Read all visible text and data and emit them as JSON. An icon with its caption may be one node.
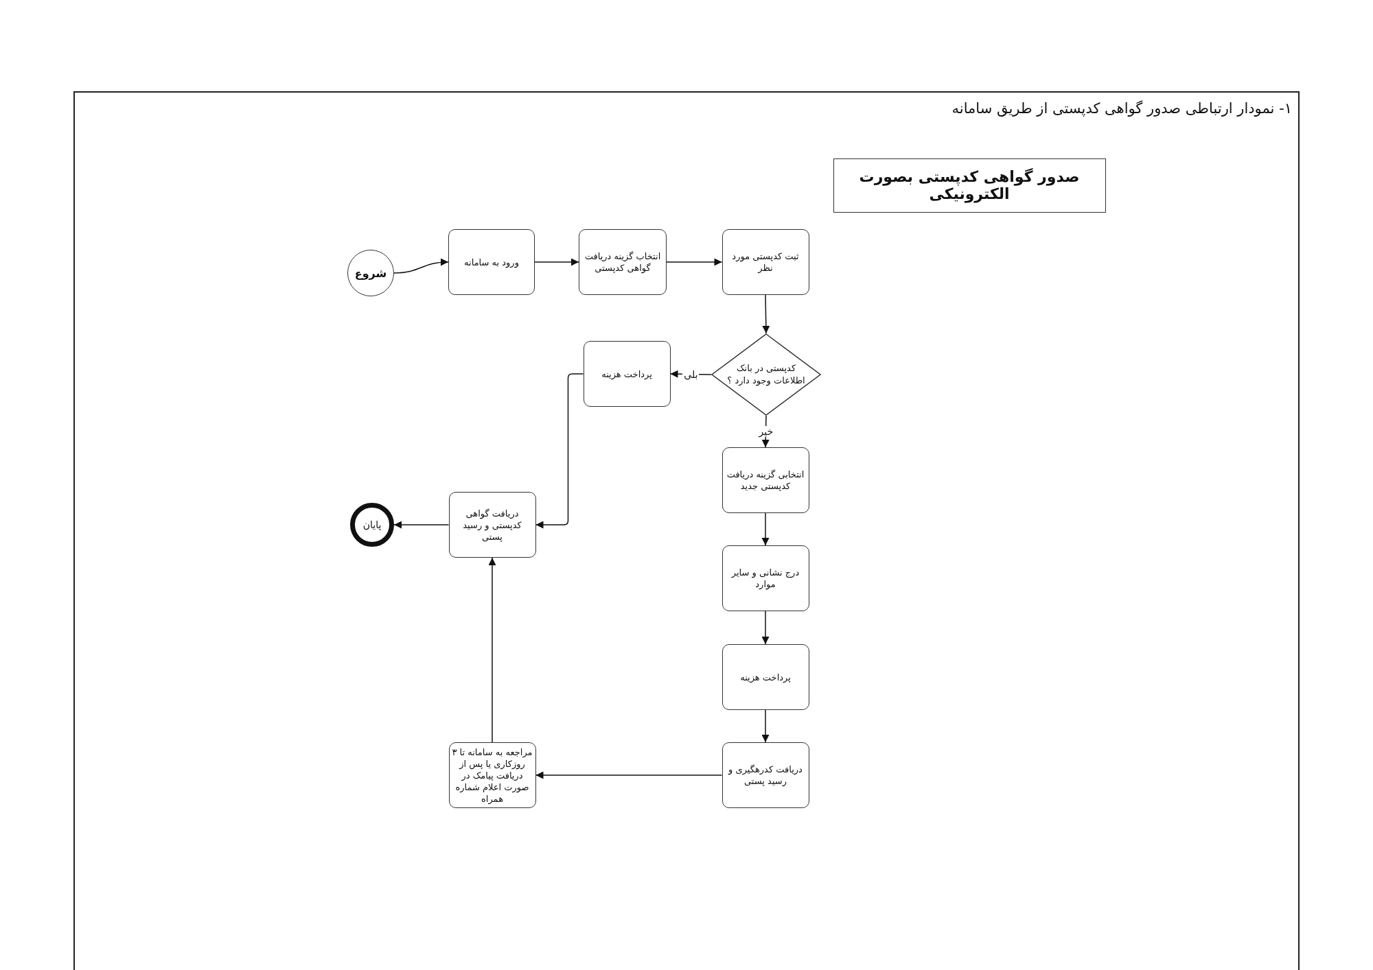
{
  "diagram": {
    "title": "۱- نمودار ارتباطی صدور گواهی کدپستی از طریق سامانه",
    "nodes": [
      {
        "text": [
          "صدور گواهی کدپستی بصورت الکترونیکی"
        ]
      },
      {
        "text": [
          "شروع"
        ]
      },
      {
        "text": [
          "ورود به سامانه"
        ]
      },
      {
        "text": [
          "انتخاب گزینه دریافت گواهی کدپستی"
        ]
      },
      {
        "text": [
          "ثبت کدپستی مورد نظر"
        ]
      },
      {
        "text": [
          "کدپستی در بانک اطلاعات وجود دارد ؟"
        ]
      },
      {
        "text": [
          "پرداخت هزینه"
        ]
      },
      {
        "text": [
          "انتخابی گزینه دریافت کدپستی جدید"
        ]
      },
      {
        "text": [
          "درج نشانی و سایر موارد"
        ]
      },
      {
        "text": [
          "پرداخت هزینه"
        ]
      },
      {
        "text": [
          "دریافت کدرهگیری و رسید پستی"
        ]
      },
      {
        "text": [
          "مراجعه به سامانه تا ۳ روزکاری یا پس از دریافت پیامک در صورت اعلام شماره همراه"
        ]
      },
      {
        "text": [
          "دریافت گواهی کدپستی و رسید پستی"
        ]
      },
      {
        "text": [
          "پایان"
        ]
      }
    ],
    "edges": [
      {
        "from": 1,
        "to": 2,
        "arrow": "to"
      },
      {
        "from": 2,
        "to": 3,
        "arrow": "to"
      },
      {
        "from": 3,
        "to": 4,
        "arrow": "to"
      },
      {
        "from": 4,
        "to": 5,
        "arrow": "to"
      },
      {
        "from": 5,
        "to": 6,
        "arrow": "to",
        "label": "بلی"
      },
      {
        "from": 5,
        "to": 7,
        "arrow": "to",
        "label": "خیر"
      },
      {
        "from": 7,
        "to": 8,
        "arrow": "to"
      },
      {
        "from": 8,
        "to": 9,
        "arrow": "to"
      },
      {
        "from": 9,
        "to": 10,
        "arrow": "to"
      },
      {
        "from": 10,
        "to": 11,
        "arrow": "to"
      },
      {
        "from": 11,
        "to": 12,
        "arrow": "to"
      },
      {
        "from": 6,
        "to": 12,
        "arrow": "to"
      },
      {
        "from": 12,
        "to": 13,
        "arrow": "to"
      }
    ]
  }
}
